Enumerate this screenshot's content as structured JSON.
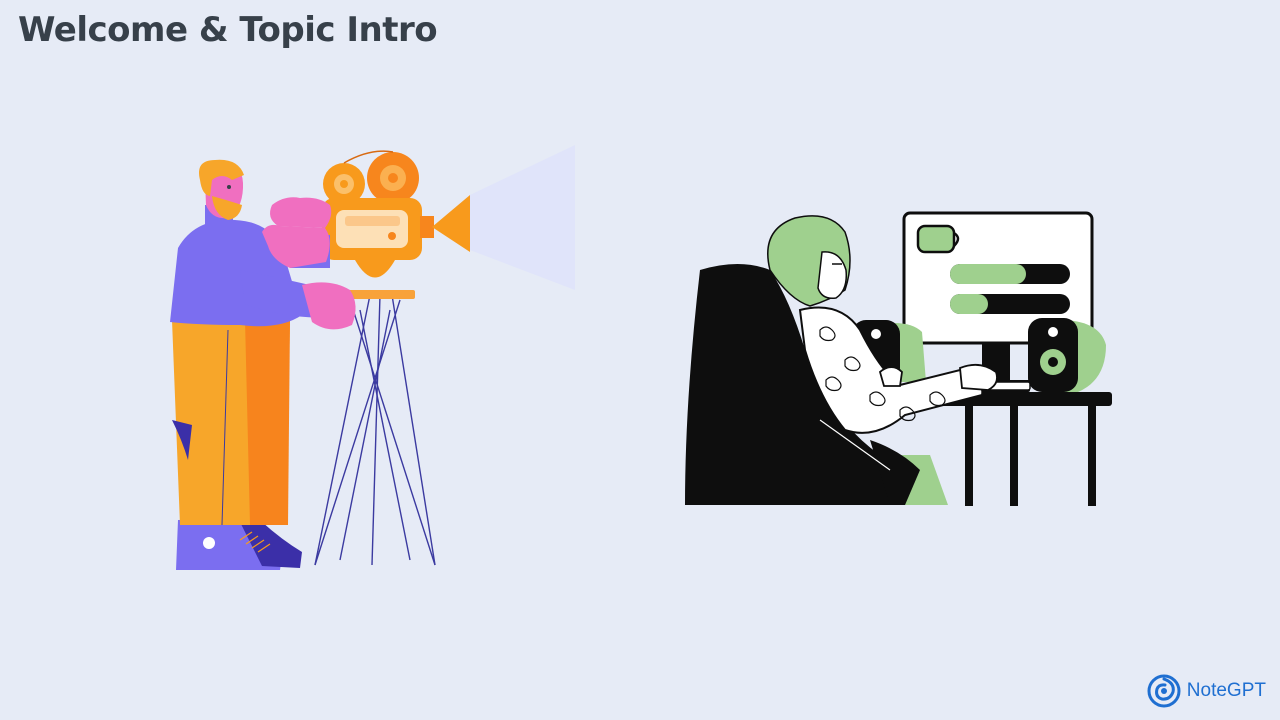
{
  "slide": {
    "title": "Welcome & Topic Intro"
  },
  "illustrations": {
    "left_icon": "videographer-with-film-camera",
    "right_icon": "person-at-computer-desk"
  },
  "brand": {
    "name": "NoteGPT",
    "logo_icon": "notegpt-swirl-logo",
    "color": "#1f6fd1"
  },
  "colors": {
    "background": "#e6ebf6",
    "title": "#37404a",
    "camera_orange": "#f89a1c",
    "shirt_purple": "#7b6ef0",
    "hand_pink": "#f06fc0",
    "hair_green": "#9fd08e"
  }
}
